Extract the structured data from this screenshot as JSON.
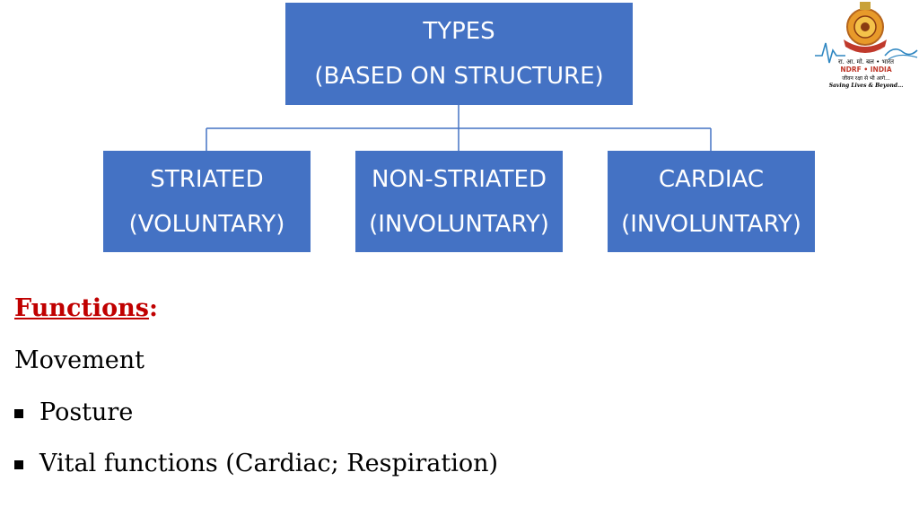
{
  "diagram": {
    "root": {
      "line1": "TYPES",
      "line2": "(BASED ON STRUCTURE)"
    },
    "children": [
      {
        "line1": "STRIATED",
        "line2": "(VOLUNTARY)"
      },
      {
        "line1": "NON-STRIATED",
        "line2": "(INVOLUNTARY)"
      },
      {
        "line1": "CARDIAC",
        "line2": "(INVOLUNTARY)"
      }
    ],
    "box_color": "#4472c4",
    "connector_color": "#4472c4"
  },
  "functions": {
    "heading": "Functions",
    "heading_suffix": ":",
    "heading_color": "#c00000",
    "first_item": "Movement",
    "bullets": [
      "Posture",
      "Vital functions (Cardiac; Respiration)"
    ]
  },
  "logo": {
    "hindi_top": "रा. आ. मो. बल • भारत",
    "name": "NDRF • INDIA",
    "hindi_motto": "जीवन रक्षा से भी आगे...",
    "motto": "Saving Lives & Beyond..."
  }
}
